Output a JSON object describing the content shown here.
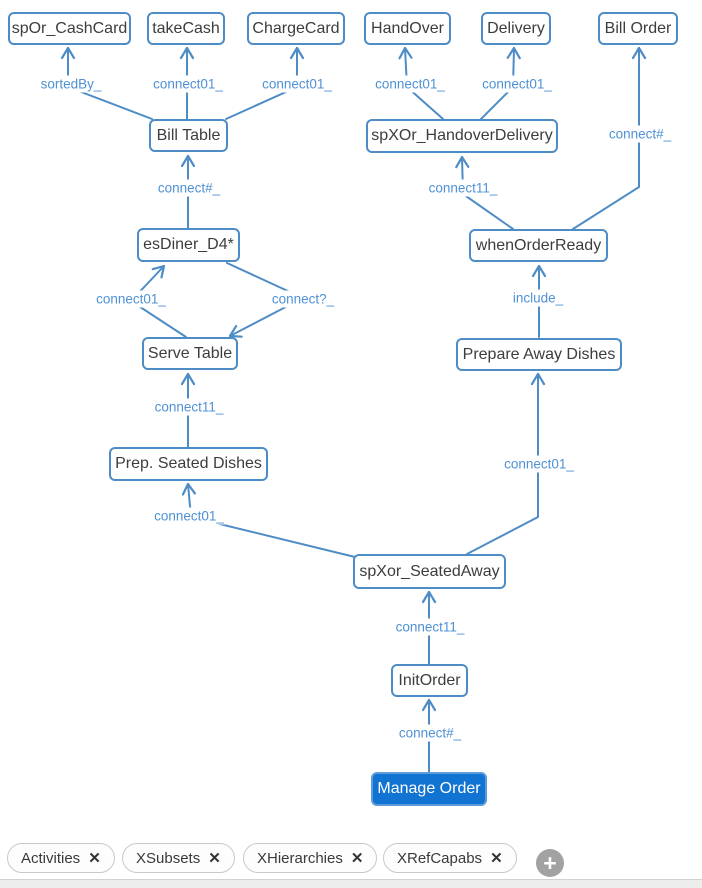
{
  "diagram": {
    "nodes": [
      {
        "label": "spOr_CashCard",
        "selected": false
      },
      {
        "label": "takeCash",
        "selected": false
      },
      {
        "label": "ChargeCard",
        "selected": false
      },
      {
        "label": "HandOver",
        "selected": false
      },
      {
        "label": "Delivery",
        "selected": false
      },
      {
        "label": "Bill Order",
        "selected": false
      },
      {
        "label": "Bill Table",
        "selected": false
      },
      {
        "label": "spXOr_HandoverDelivery",
        "selected": false
      },
      {
        "label": "esDiner_D4*",
        "selected": false
      },
      {
        "label": "whenOrderReady",
        "selected": false
      },
      {
        "label": "Serve Table",
        "selected": false
      },
      {
        "label": "Prepare Away Dishes",
        "selected": false
      },
      {
        "label": "Prep. Seated Dishes",
        "selected": false
      },
      {
        "label": "spXor_SeatedAway",
        "selected": false
      },
      {
        "label": "InitOrder",
        "selected": false
      },
      {
        "label": "Manage Order",
        "selected": true
      }
    ],
    "edges": [
      {
        "label": "sortedBy_",
        "source": "Bill Table",
        "target": "spOr_CashCard"
      },
      {
        "label": "connect01_",
        "source": "Bill Table",
        "target": "takeCash"
      },
      {
        "label": "connect01_",
        "source": "Bill Table",
        "target": "ChargeCard"
      },
      {
        "label": "connect01_",
        "source": "spXOr_HandoverDelivery",
        "target": "HandOver"
      },
      {
        "label": "connect01_",
        "source": "spXOr_HandoverDelivery",
        "target": "Delivery"
      },
      {
        "label": "connect#_",
        "source": "whenOrderReady",
        "target": "Bill Order"
      },
      {
        "label": "connect#_",
        "source": "esDiner_D4*",
        "target": "Bill Table"
      },
      {
        "label": "connect11_",
        "source": "whenOrderReady",
        "target": "spXOr_HandoverDelivery"
      },
      {
        "label": "connect01_",
        "source": "Serve Table",
        "target": "esDiner_D4*"
      },
      {
        "label": "connect?_",
        "source": "esDiner_D4*",
        "target": "Serve Table"
      },
      {
        "label": "include_",
        "source": "Prepare Away Dishes",
        "target": "whenOrderReady"
      },
      {
        "label": "connect11_",
        "source": "Prep. Seated Dishes",
        "target": "Serve Table"
      },
      {
        "label": "connect01_",
        "source": "spXor_SeatedAway",
        "target": "Prep. Seated Dishes"
      },
      {
        "label": "connect01_",
        "source": "spXor_SeatedAway",
        "target": "Prepare Away Dishes"
      },
      {
        "label": "connect11_",
        "source": "InitOrder",
        "target": "spXor_SeatedAway"
      },
      {
        "label": "connect#_",
        "source": "Manage Order",
        "target": "InitOrder"
      }
    ]
  },
  "filter_bar": {
    "chips": [
      {
        "label": "Activities"
      },
      {
        "label": "XSubsets"
      },
      {
        "label": "XHierarchies"
      },
      {
        "label": "XRefCapabs"
      }
    ],
    "remove_glyph": "✕",
    "add_glyph": "+"
  },
  "colors": {
    "edge": "#4e8cc6",
    "edge_label": "#4e91d6",
    "node_border": "#4e8cc6",
    "node_text": "#3d3d3d",
    "selected_node_fill": "#1173d2",
    "selected_node_text": "#ffffff",
    "chip_border": "#c9c9c9",
    "add_button_fill": "#a2a2a2"
  }
}
